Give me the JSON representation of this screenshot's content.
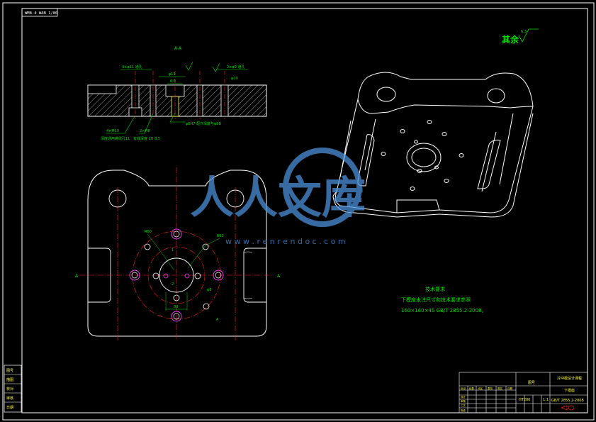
{
  "drawing": {
    "corner_code": "WM8-4 WAN 1/80",
    "section_label": "A-A",
    "roughness_note": "其余",
    "roughness_value": "6.3",
    "dims_left": "4×φ11 通孔",
    "dims_right": "2×φ9 通孔",
    "dim_center": "φ11",
    "dim_mid": "0.8",
    "dim_right_val": "φ10",
    "leader_1_a": "4×M10",
    "leader_1_b": "深度通用螺纹孔11",
    "leader_2_a": "2×M8",
    "leader_2_b": "有效深度 2H 8.5",
    "leader_3": "φ8H7 配作深度与φ8B",
    "plan_dim_r": "R60",
    "plan_dim_r2": "R62",
    "plan_dim_w": "80",
    "plan_label_a": "A",
    "plan_label_a2": "A",
    "plan_label_r": "A"
  },
  "notes": {
    "title": "技术要求",
    "line1": "下模座未注尺寸和技术要求参照",
    "line2": "160×160×45 GB/T 2855.2-2008。"
  },
  "watermark": {
    "brand": "人人文库",
    "url": "w w w . r e n r e n d o c . c o m"
  },
  "titleblock": {
    "cell_a": "图号",
    "cell_b": "冷冲模设计课程",
    "cell_c": "下模座",
    "cell_d": "HT200",
    "cell_e": "GB/T 2855.2-2008",
    "sheet": "1:1"
  },
  "side_block": [
    "图号",
    "描图",
    "校对",
    "审核",
    "日期"
  ],
  "colors": {
    "background": "#000000",
    "frame": "#ffffff",
    "green": "#00e000",
    "red": "#ff2020",
    "magenta": "#ff40ff",
    "yellow": "#ffff40",
    "watermark": "#4a8fd8"
  }
}
